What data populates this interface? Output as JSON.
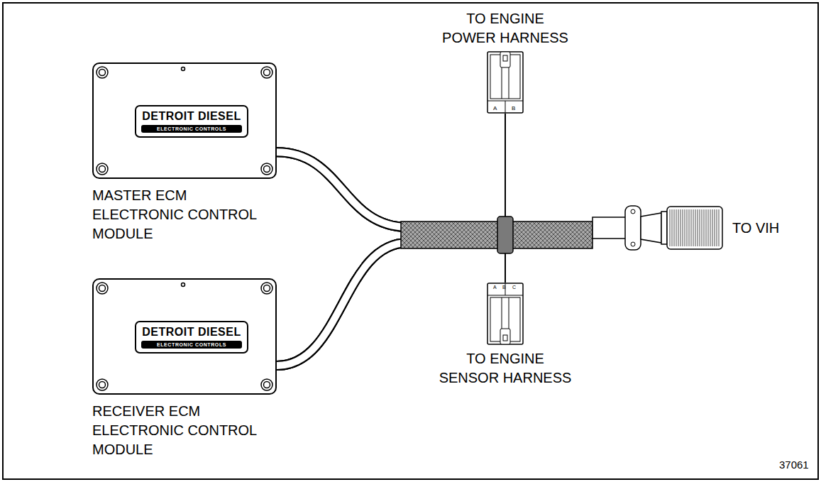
{
  "diagram": {
    "nodes": [
      {
        "text": [
          "DETROIT DIESEL",
          "ELECTRONIC CONTROLS",
          "MASTER ECM ELECTRONIC CONTROL MODULE"
        ]
      },
      {
        "text": [
          "DETROIT DIESEL",
          "ELECTRONIC CONTROLS",
          "RECEIVER ECM ELECTRONIC CONTROL MODULE"
        ]
      },
      {
        "text": [
          "TO ENGINE POWER HARNESS",
          "A",
          "B"
        ]
      },
      {
        "text": [
          "A",
          "B",
          "C",
          "TO ENGINE SENSOR HARNESS"
        ]
      },
      {
        "text": [
          "TO VIH"
        ]
      }
    ],
    "edges": [
      {
        "from": 0,
        "to": 2,
        "arrow": "none"
      },
      {
        "from": 0,
        "to": 3,
        "arrow": "none"
      },
      {
        "from": 0,
        "to": 4,
        "arrow": "none"
      },
      {
        "from": 1,
        "to": 2,
        "arrow": "none"
      },
      {
        "from": 1,
        "to": 3,
        "arrow": "none"
      },
      {
        "from": 1,
        "to": 4,
        "arrow": "none"
      }
    ],
    "labels": [
      "37061"
    ]
  }
}
